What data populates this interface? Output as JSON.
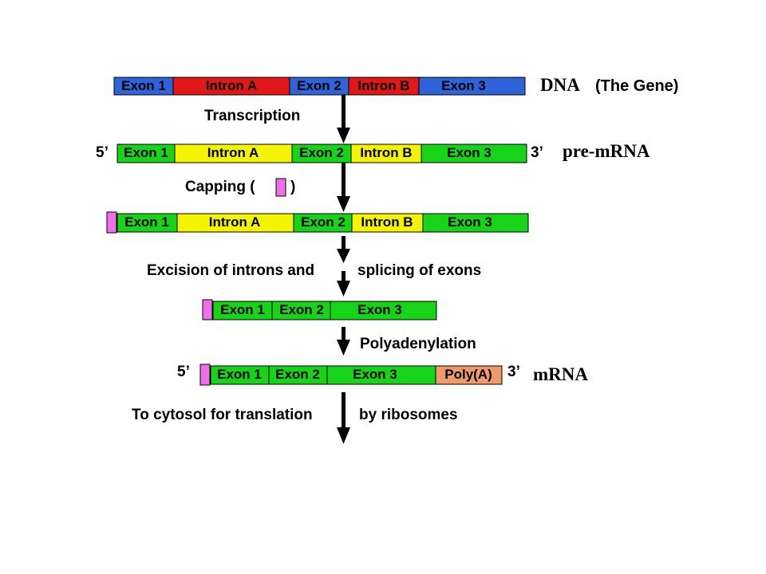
{
  "colors": {
    "exon_dna": "#2f63d9",
    "intron_dna": "#e01818",
    "exon_rna": "#18d418",
    "intron_rna": "#f4f400",
    "cap": "#ee70e8",
    "polyA": "#ef9a6a",
    "arrow": "#000000"
  },
  "rows": {
    "dna": {
      "segments": [
        {
          "label": "Exon 1",
          "kind": "exon"
        },
        {
          "label": "Intron A",
          "kind": "intron"
        },
        {
          "label": "Exon 2",
          "kind": "exon"
        },
        {
          "label": "Intron B",
          "kind": "intron"
        },
        {
          "label": "Exon 3",
          "kind": "exon"
        }
      ],
      "tag": "DNA",
      "tag_suffix": "(The Gene)"
    },
    "pre_mrna": {
      "five_prime": "5’",
      "three_prime": "3’",
      "segments": [
        {
          "label": "Exon 1",
          "kind": "exon"
        },
        {
          "label": "Intron A",
          "kind": "intron"
        },
        {
          "label": "Exon 2",
          "kind": "exon"
        },
        {
          "label": "Intron B",
          "kind": "intron"
        },
        {
          "label": "Exon 3",
          "kind": "exon"
        }
      ],
      "tag": "pre-mRNA"
    },
    "capped": {
      "segments": [
        {
          "label": "Exon 1",
          "kind": "exon"
        },
        {
          "label": "Intron A",
          "kind": "intron"
        },
        {
          "label": "Exon 2",
          "kind": "exon"
        },
        {
          "label": "Intron B",
          "kind": "intron"
        },
        {
          "label": "Exon 3",
          "kind": "exon"
        }
      ]
    },
    "spliced": {
      "segments": [
        {
          "label": "Exon 1",
          "kind": "exon"
        },
        {
          "label": "Exon 2",
          "kind": "exon"
        },
        {
          "label": "Exon 3",
          "kind": "exon"
        }
      ]
    },
    "mrna": {
      "five_prime": "5’",
      "three_prime": "3’",
      "segments": [
        {
          "label": "Exon 1",
          "kind": "exon"
        },
        {
          "label": "Exon 2",
          "kind": "exon"
        },
        {
          "label": "Exon 3",
          "kind": "exon"
        },
        {
          "label": "Poly(A)",
          "kind": "polyA"
        }
      ],
      "tag": "mRNA"
    }
  },
  "steps": {
    "transcription": "Transcription",
    "capping_open": "Capping (",
    "capping_close": ")",
    "excision_left": "Excision of introns and",
    "excision_right": "splicing of exons",
    "polyadenylation": "Polyadenylation",
    "cytosol_left": "To cytosol for translation",
    "cytosol_right": "by ribosomes"
  }
}
